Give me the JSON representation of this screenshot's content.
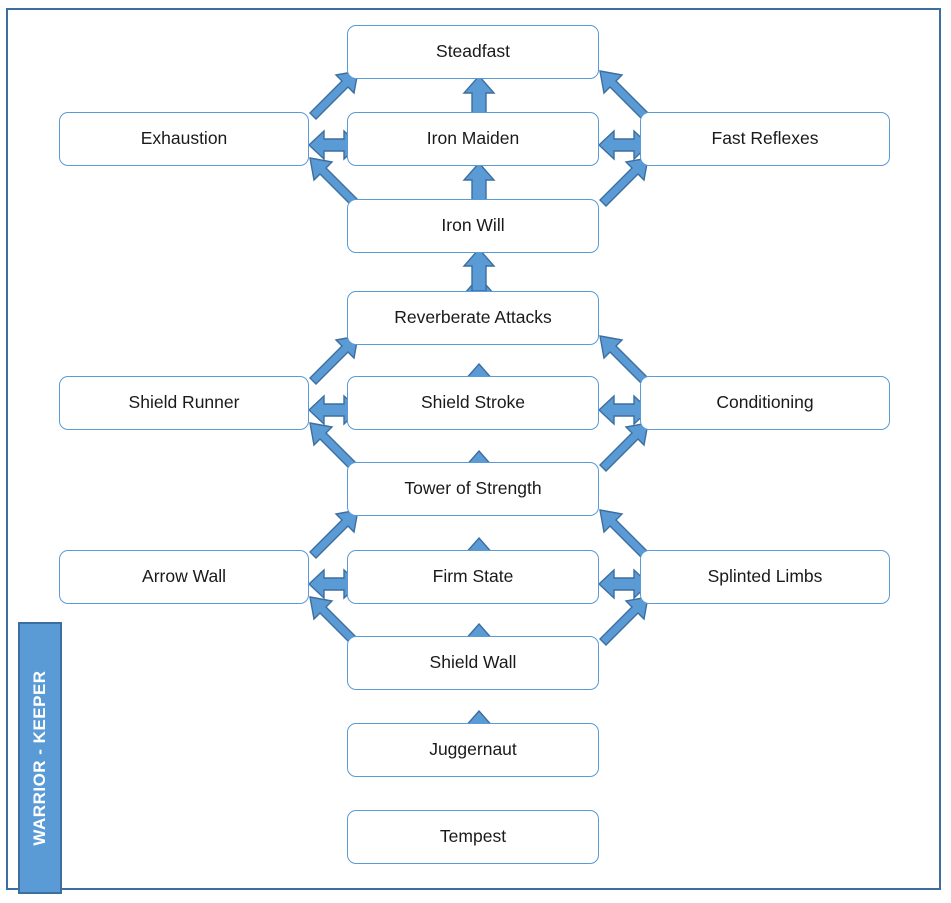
{
  "diagram": {
    "title": "WARRIOR - KEEPER",
    "class_label": "WARRIOR - KEEPER",
    "type": "skill-tree",
    "accent_color": "#5B9BD5",
    "frame_color": "#3C6E9F",
    "node_border_color": "#5B9BD5",
    "node_fill": "#FFFFFF",
    "text_color": "#1A1A1A"
  },
  "nodes": {
    "steadfast": "Steadfast",
    "exhaustion": "Exhaustion",
    "iron_maiden": "Iron Maiden",
    "fast_reflexes": "Fast Reflexes",
    "iron_will": "Iron Will",
    "reverberate_attacks": "Reverberate Attacks",
    "shield_runner": "Shield Runner",
    "shield_stroke": "Shield Stroke",
    "conditioning": "Conditioning",
    "tower_of_strength": "Tower of Strength",
    "arrow_wall": "Arrow Wall",
    "firm_state": "Firm State",
    "splinted_limbs": "Splinted Limbs",
    "shield_wall": "Shield Wall",
    "juggernaut": "Juggernaut",
    "tempest": "Tempest"
  },
  "tiers": [
    {
      "index": 1,
      "center": "Tempest",
      "left": null,
      "right": null
    },
    {
      "index": 2,
      "center": "Juggernaut",
      "left": null,
      "right": null
    },
    {
      "index": 3,
      "center": "Shield Wall",
      "left": null,
      "right": null
    },
    {
      "index": 4,
      "center": "Firm State",
      "left": "Arrow Wall",
      "right": "Splinted Limbs"
    },
    {
      "index": 5,
      "center": "Tower of Strength",
      "left": null,
      "right": null
    },
    {
      "index": 6,
      "center": "Shield Stroke",
      "left": "Shield Runner",
      "right": "Conditioning"
    },
    {
      "index": 7,
      "center": "Reverberate Attacks",
      "left": null,
      "right": null
    },
    {
      "index": 8,
      "center": "Iron Will",
      "left": null,
      "right": null
    },
    {
      "index": 9,
      "center": "Iron Maiden",
      "left": "Exhaustion",
      "right": "Fast Reflexes"
    },
    {
      "index": 10,
      "center": "Steadfast",
      "left": null,
      "right": null
    }
  ],
  "connections": [
    {
      "from": "Tempest",
      "to": "Juggernaut",
      "style": "arrow-up"
    },
    {
      "from": "Juggernaut",
      "to": "Shield Wall",
      "style": "arrow-up"
    },
    {
      "from": "Shield Wall",
      "to": "Firm State",
      "style": "arrow-up"
    },
    {
      "from": "Shield Wall",
      "to": "Arrow Wall",
      "style": "arrow-diagonal-up-left"
    },
    {
      "from": "Shield Wall",
      "to": "Splinted Limbs",
      "style": "arrow-diagonal-up-right"
    },
    {
      "from": "Arrow Wall",
      "to": "Firm State",
      "style": "double-arrow-horizontal"
    },
    {
      "from": "Firm State",
      "to": "Splinted Limbs",
      "style": "double-arrow-horizontal"
    },
    {
      "from": "Firm State",
      "to": "Tower of Strength",
      "style": "arrow-up"
    },
    {
      "from": "Arrow Wall",
      "to": "Tower of Strength",
      "style": "arrow-diagonal-up-right"
    },
    {
      "from": "Splinted Limbs",
      "to": "Tower of Strength",
      "style": "arrow-diagonal-up-left"
    },
    {
      "from": "Tower of Strength",
      "to": "Shield Stroke",
      "style": "arrow-up"
    },
    {
      "from": "Tower of Strength",
      "to": "Shield Runner",
      "style": "arrow-diagonal-up-left"
    },
    {
      "from": "Tower of Strength",
      "to": "Conditioning",
      "style": "arrow-diagonal-up-right"
    },
    {
      "from": "Shield Runner",
      "to": "Shield Stroke",
      "style": "double-arrow-horizontal"
    },
    {
      "from": "Shield Stroke",
      "to": "Conditioning",
      "style": "double-arrow-horizontal"
    },
    {
      "from": "Shield Stroke",
      "to": "Reverberate Attacks",
      "style": "arrow-up"
    },
    {
      "from": "Shield Runner",
      "to": "Reverberate Attacks",
      "style": "arrow-diagonal-up-right"
    },
    {
      "from": "Conditioning",
      "to": "Reverberate Attacks",
      "style": "arrow-diagonal-up-left"
    },
    {
      "from": "Reverberate Attacks",
      "to": "Iron Will",
      "style": "arrow-up"
    },
    {
      "from": "Iron Will",
      "to": "Iron Maiden",
      "style": "arrow-up"
    },
    {
      "from": "Iron Will",
      "to": "Exhaustion",
      "style": "arrow-diagonal-up-left"
    },
    {
      "from": "Iron Will",
      "to": "Fast Reflexes",
      "style": "arrow-diagonal-up-right"
    },
    {
      "from": "Exhaustion",
      "to": "Iron Maiden",
      "style": "double-arrow-horizontal"
    },
    {
      "from": "Iron Maiden",
      "to": "Fast Reflexes",
      "style": "double-arrow-horizontal"
    },
    {
      "from": "Iron Maiden",
      "to": "Steadfast",
      "style": "arrow-up"
    },
    {
      "from": "Exhaustion",
      "to": "Steadfast",
      "style": "arrow-diagonal-up-right"
    },
    {
      "from": "Fast Reflexes",
      "to": "Steadfast",
      "style": "arrow-diagonal-up-left"
    }
  ]
}
